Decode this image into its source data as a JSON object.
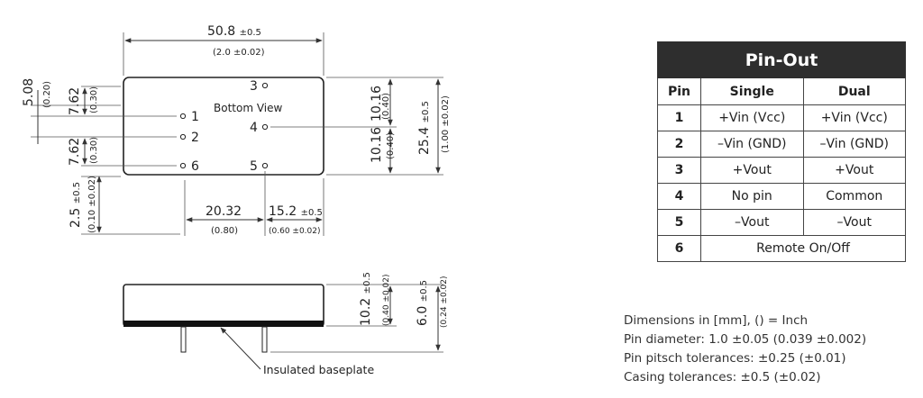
{
  "top_view": {
    "width_dim": "50.8",
    "width_tol": "±0.5",
    "width_inch": "(2.0 ±0.02)",
    "bottom_view_label": "Bottom View",
    "pin_labels": [
      "1",
      "2",
      "6",
      "3",
      "4",
      "5"
    ],
    "left_dims": {
      "d508": "5.08",
      "d508_inch": "(0.20)",
      "d762_top": "7.62",
      "d762_top_inch": "(0.30)",
      "d762_bot": "7.62",
      "d762_bot_inch": "(0.30)",
      "d25": "2.5",
      "d25_tol": "±0.5",
      "d25_inch": "(0.10 ±0.02)"
    },
    "right_dims": {
      "d1016_top": "10.16",
      "d1016_top_inch": "(0.40)",
      "d1016_bot": "10.16",
      "d1016_bot_inch": "(0.40)",
      "d254": "25.4",
      "d254_tol": "±0.5",
      "d254_inch": "(1.00 ±0.02)"
    },
    "bottom_dims": {
      "d2032": "20.32",
      "d2032_inch": "(0.80)",
      "d152": "15.2",
      "d152_tol": "±0.5",
      "d152_inch": "(0.60 ±0.02)"
    }
  },
  "side_view": {
    "d102": "10.2",
    "d102_tol": "±0.5",
    "d102_inch": "(0.40 ±0.02)",
    "d60": "6.0",
    "d60_tol": "±0.5",
    "d60_inch": "(0.24 ±0.02)",
    "baseplate_label": "Insulated baseplate"
  },
  "pinout": {
    "title": "Pin-Out",
    "headers": [
      "Pin",
      "Single",
      "Dual"
    ],
    "rows": [
      {
        "pin": "1",
        "single": "+Vin (Vcc)",
        "dual": "+Vin (Vcc)"
      },
      {
        "pin": "2",
        "single": "–Vin (GND)",
        "dual": "–Vin (GND)"
      },
      {
        "pin": "3",
        "single": "+Vout",
        "dual": "+Vout"
      },
      {
        "pin": "4",
        "single": "No pin",
        "dual": "Common"
      },
      {
        "pin": "5",
        "single": "–Vout",
        "dual": "–Vout"
      }
    ],
    "last_row": {
      "pin": "6",
      "merged": "Remote On/Off"
    }
  },
  "notes": [
    "Dimensions in [mm], () = Inch",
    "Pin diameter: 1.0 ±0.05 (0.039 ±0.002)",
    "Pin pitsch tolerances: ±0.25 (±0.01)",
    "Casing tolerances:  ±0.5 (±0.02)"
  ]
}
